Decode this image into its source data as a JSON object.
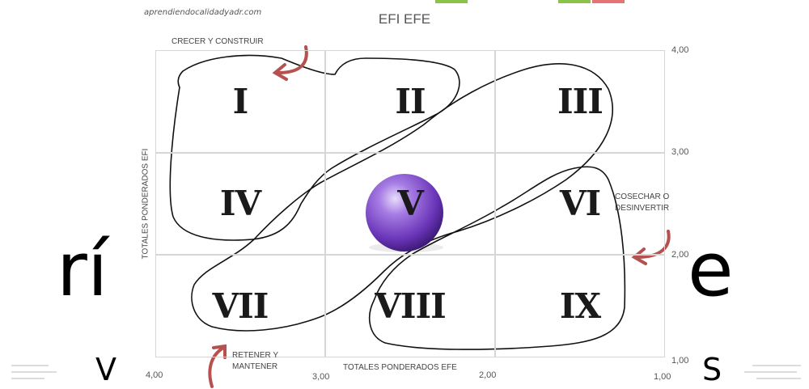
{
  "source_text": "aprendiendocalidadyadr.com",
  "title": "EFI EFE",
  "y_axis_label": "TOTALES PONDERADOS EFI",
  "x_axis_label": "TOTALES PONDERADOS EFE",
  "y_ticks": [
    "4,00",
    "3,00",
    "2,00",
    "1,00"
  ],
  "x_ticks": [
    "4,00",
    "3,00",
    "2,00",
    "1,00"
  ],
  "cells": [
    "I",
    "II",
    "III",
    "IV",
    "V",
    "VI",
    "VII",
    "VIII",
    "IX"
  ],
  "strategies": {
    "grow": "CRECER Y CONSTRUIR",
    "harvest_line1": "COSECHAR O",
    "harvest_line2": "DESINVERTIR",
    "retain_line1": "RETENER Y",
    "retain_line2": "MANTENER"
  },
  "colors": {
    "arrow": "#b5514e",
    "sphere": "#7c4fc6",
    "watermark": "#f6a22c"
  }
}
